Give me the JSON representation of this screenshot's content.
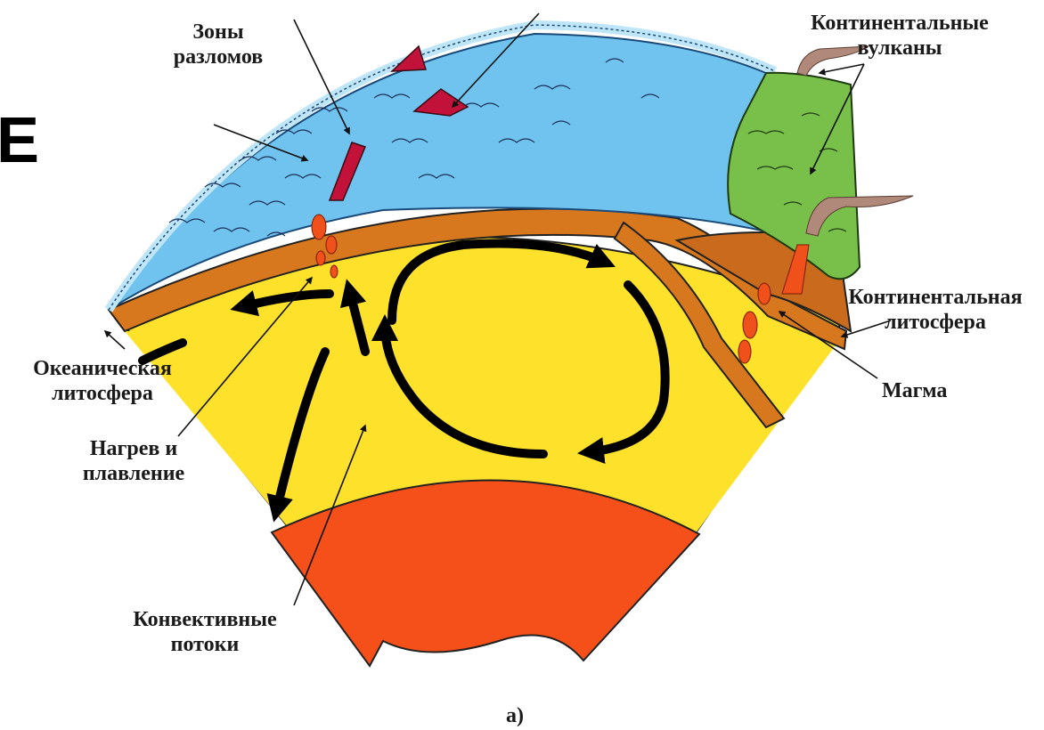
{
  "side_letter": "E",
  "labels": {
    "fault_zones_line1": "Зоны",
    "fault_zones_line2": "разломов",
    "continental_volcanoes_line1": "Континентальные",
    "continental_volcanoes_line2": "вулканы",
    "oceanic_lithosphere_line1": "Океаническая",
    "oceanic_lithosphere_line2": "литосфера",
    "heating_melting_line1": "Нагрев и",
    "heating_melting_line2": "плавление",
    "convection_flows_line1": "Конвективные",
    "convection_flows_line2": "потоки",
    "continental_lithosphere_line1": "Континентальная",
    "continental_lithosphere_line2": "литосфера",
    "magma": "Магма",
    "caption": "а)"
  },
  "colors": {
    "ocean": "#6fc3ee",
    "ocean_light": "#bfe6f8",
    "lithosphere": "#d8781e",
    "mantle": "#fde12a",
    "core": "#f6501a",
    "continent": "#79c04a",
    "magma": "#f0501a",
    "ridge": "#c2123a",
    "ash": "#b0897a",
    "arrow": "#000000"
  }
}
